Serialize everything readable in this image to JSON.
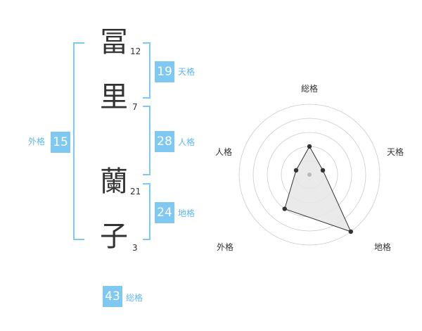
{
  "name": {
    "chars": [
      {
        "char": "冨",
        "strokes": "12"
      },
      {
        "char": "里",
        "strokes": "7"
      },
      {
        "char": "蘭",
        "strokes": "21"
      },
      {
        "char": "子",
        "strokes": "3"
      }
    ]
  },
  "kaku": {
    "tenkaku": {
      "value": "19",
      "label": "天格"
    },
    "jinkaku": {
      "value": "28",
      "label": "人格"
    },
    "chikaku": {
      "value": "24",
      "label": "地格"
    },
    "gaikaku": {
      "value": "15",
      "label": "外格"
    },
    "soukaku": {
      "value": "43",
      "label": "総格"
    }
  },
  "chart_data": {
    "type": "radar",
    "axes": [
      "総格",
      "天格",
      "地格",
      "外格",
      "人格"
    ],
    "values": [
      2,
      1,
      5,
      3,
      1
    ],
    "scale_max": 5,
    "rings": 5,
    "colors": {
      "accent": "#7ec8f2",
      "grid": "#cccccc",
      "fill": "#e6e6e6",
      "line": "#333333"
    }
  }
}
